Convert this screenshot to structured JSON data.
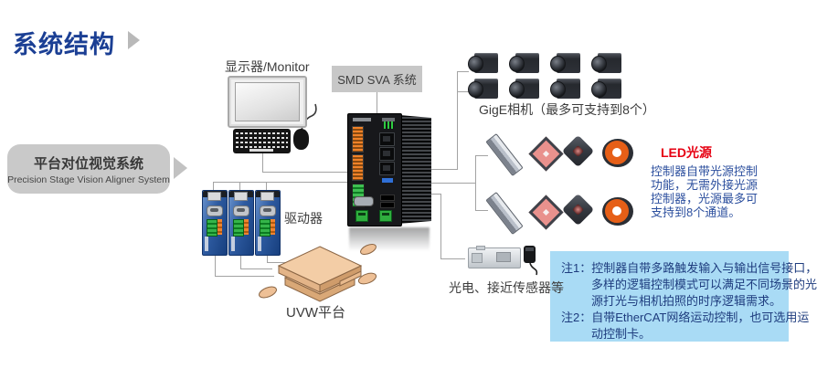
{
  "page": {
    "title": "系统结构"
  },
  "aligner_box": {
    "title": "平台对位视觉系统",
    "subtitle": "Precision Stage Vision Aligner System"
  },
  "monitor": {
    "label": "显示器/Monitor"
  },
  "smd_system": {
    "label": "SMD SVA 系统"
  },
  "cameras": {
    "label": "GigE相机（最多可支持到8个）",
    "count": 8
  },
  "led": {
    "title": "LED光源",
    "title_color": "#e60012",
    "lines": [
      "控制器自带光源控制",
      "功能，无需外接光源",
      "控制器，光源最多可",
      "支持到8个通道。"
    ]
  },
  "sensors": {
    "label": "光电、接近传感器等"
  },
  "drivers": {
    "label": "驱动器",
    "count": 3
  },
  "platform": {
    "label": "UVW平台"
  },
  "notes": {
    "bg_color": "#a9dbf5",
    "text_color": "#1e3c7e",
    "lines": [
      "注1：控制器自带多路触发输入与输出信号接口，",
      "多样的逻辑控制模式可以满足不同场景的光",
      "源打光与相机拍照的时序逻辑需求。",
      "注2：自带EtherCAT网络运动控制，也可选用运",
      "动控制卡。"
    ]
  },
  "colors": {
    "title_blue": "#1b3f94",
    "connector_line": "#a3a3a3",
    "gray_box": "#c9c9c9",
    "ring_light_orange": "#e65f17",
    "driver_blue": "#2d5aa0",
    "platform_tan": "#f3cda6"
  }
}
